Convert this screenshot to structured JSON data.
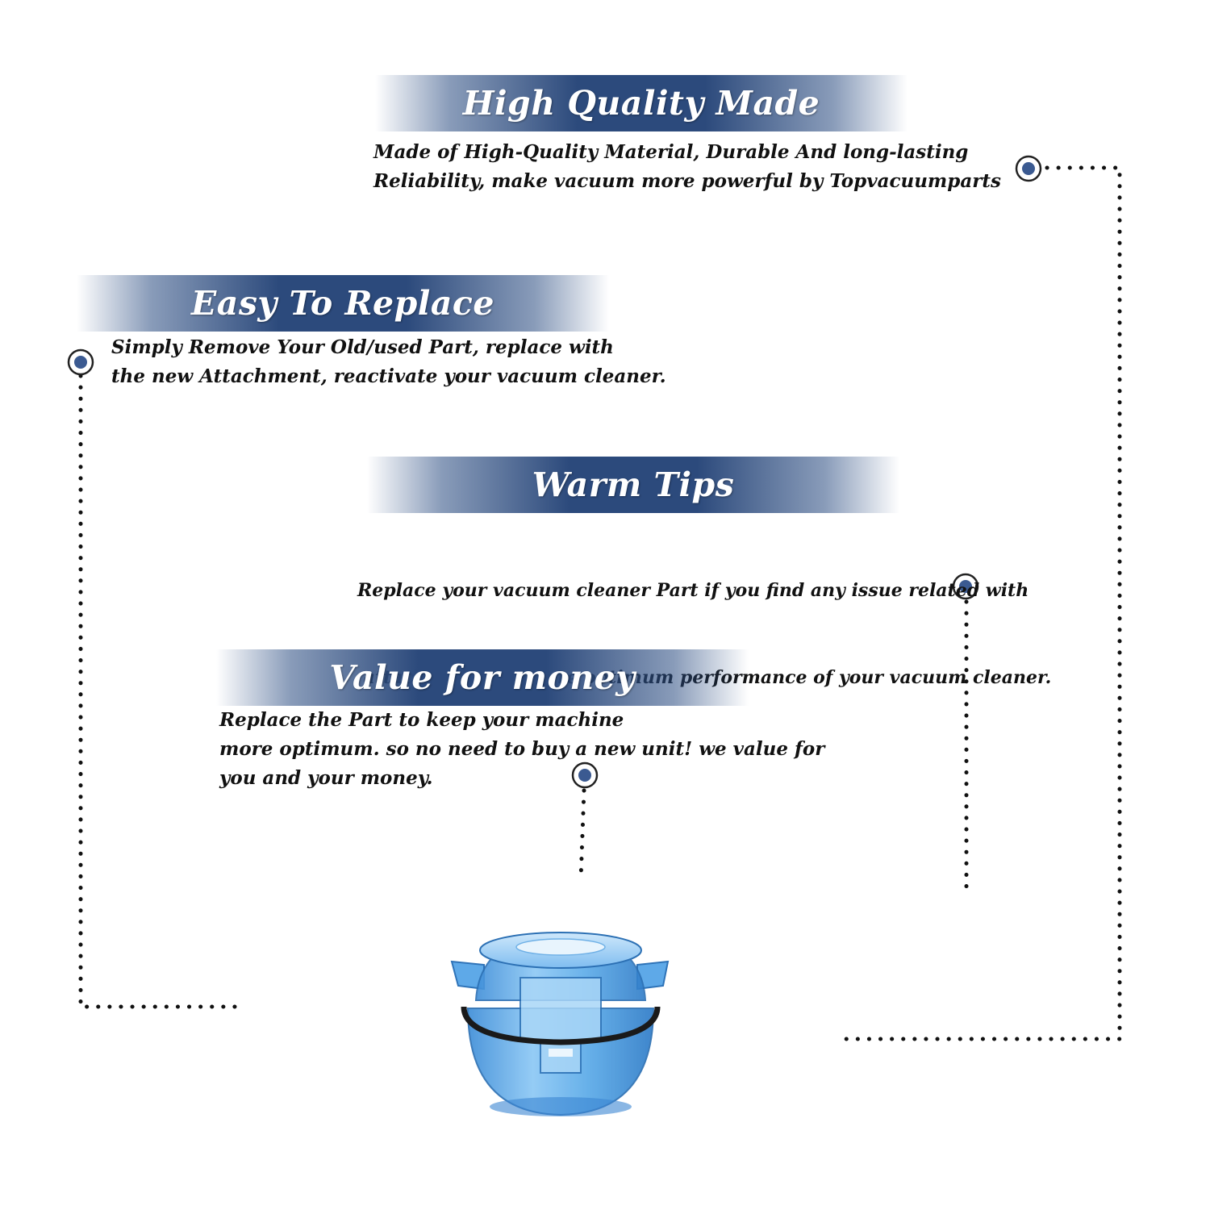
{
  "sections": [
    {
      "title": "High Quality Made",
      "lines": [
        "Made of  High-Quality Material, Durable And long-lasting",
        "Reliability, make vacuum more powerful by Topvacuumparts"
      ]
    },
    {
      "title": "Easy To Replace",
      "lines": [
        "Simply Remove Your Old/used Part, replace with",
        "the new Attachment, reactivate your vacuum cleaner."
      ]
    },
    {
      "title": "Warm Tips",
      "lines": [
        "Replace your vacuum cleaner Part if you find any issue related with",
        " attachment to ensure optimum performance of your vacuum cleaner."
      ]
    },
    {
      "title": "Value for money",
      "lines": [
        "Replace the Part to keep your machine",
        "more optimum. so no need to buy a new unit! we value for",
        "you and your money."
      ]
    }
  ],
  "colors": {
    "banner": "#2c4a7c",
    "marker": "#3b5a91",
    "product": "#4a9fe0",
    "text": "#111111"
  },
  "product": {
    "icon": "vacuum-cup-lid-icon"
  }
}
